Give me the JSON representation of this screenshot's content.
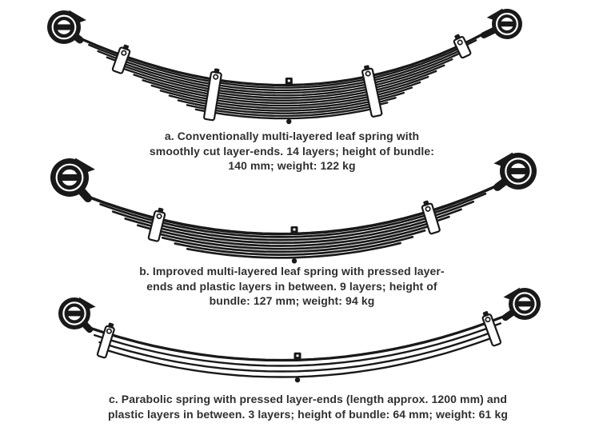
{
  "colors": {
    "background": "#ffffff",
    "ink": "#191919",
    "caption_text": "#2f2f2f"
  },
  "figure": {
    "springs": [
      {
        "id": "a",
        "name": "conventional-multi-layered-leaf-spring",
        "layers": 14,
        "clamp_count": 4,
        "height_of_bundle_mm": 140,
        "weight_kg": 122,
        "caption_lines": [
          "a. Conventionally multi-layered leaf spring with",
          "smoothly cut layer-ends. 14 layers; height of bundle:",
          "140 mm; weight: 122 kg"
        ]
      },
      {
        "id": "b",
        "name": "improved-multi-layered-leaf-spring",
        "layers": 9,
        "clamp_count": 2,
        "height_of_bundle_mm": 127,
        "weight_kg": 94,
        "caption_lines": [
          "b. Improved multi-layered leaf spring with pressed layer-",
          "ends and plastic layers in between. 9 layers; height of",
          "bundle: 127 mm; weight: 94 kg"
        ]
      },
      {
        "id": "c",
        "name": "parabolic-spring",
        "layers": 3,
        "clamp_count": 2,
        "length_mm_approx": 1200,
        "height_of_bundle_mm": 64,
        "weight_kg": 61,
        "caption_lines": [
          "c. Parabolic spring with pressed layer-ends (length approx. 1200 mm) and",
          "plastic layers in between. 3 layers; height of bundle: 64 mm; weight: 61 kg"
        ]
      }
    ]
  }
}
